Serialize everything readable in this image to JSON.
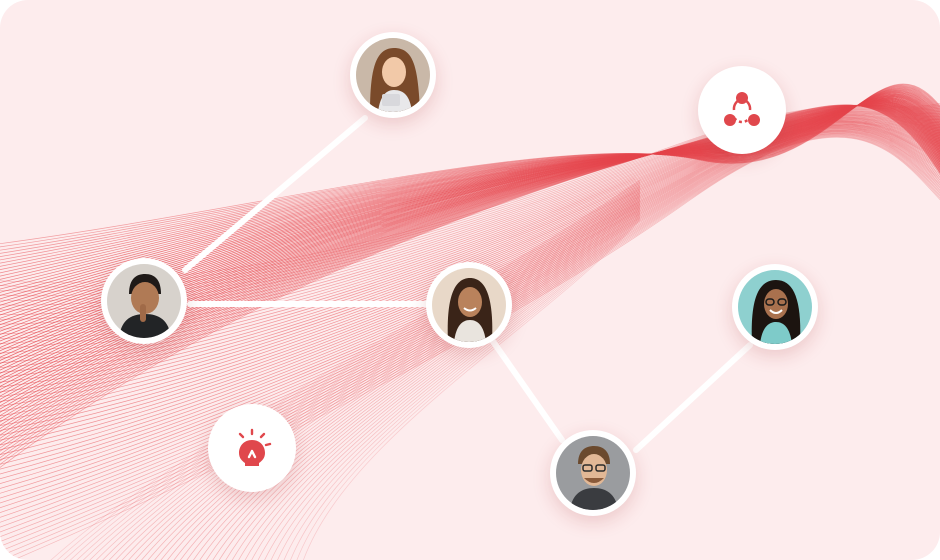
{
  "colors": {
    "background": "#fdeced",
    "wave": "#e5454c",
    "connector": "#ffffff",
    "icon_accent": "#e0474c"
  },
  "people": [
    {
      "id": "woman-long-hair",
      "hair": "#7a4a2a",
      "skin": "#f2c9a8",
      "shirt": "#e8e8ea",
      "bg": "#c9b8a8"
    },
    {
      "id": "man-thinking",
      "hair": "#1f1a18",
      "skin": "#b07a55",
      "shirt": "#222426",
      "bg": "#d7d2cc"
    },
    {
      "id": "woman-smiling",
      "hair": "#3a2418",
      "skin": "#b9825c",
      "shirt": "#e9e4de",
      "bg": "#e8d8c8"
    },
    {
      "id": "man-glasses",
      "hair": "#6b4a2e",
      "skin": "#e2b896",
      "shirt": "#3a3c40",
      "bg": "#9a9c9f"
    },
    {
      "id": "woman-glasses",
      "hair": "#1c1410",
      "skin": "#a9714e",
      "shirt": "#7ecbc9",
      "bg": "#8ed0cf"
    }
  ],
  "icons": [
    {
      "id": "share-network-icon"
    },
    {
      "id": "lightbulb-idea-icon"
    }
  ]
}
